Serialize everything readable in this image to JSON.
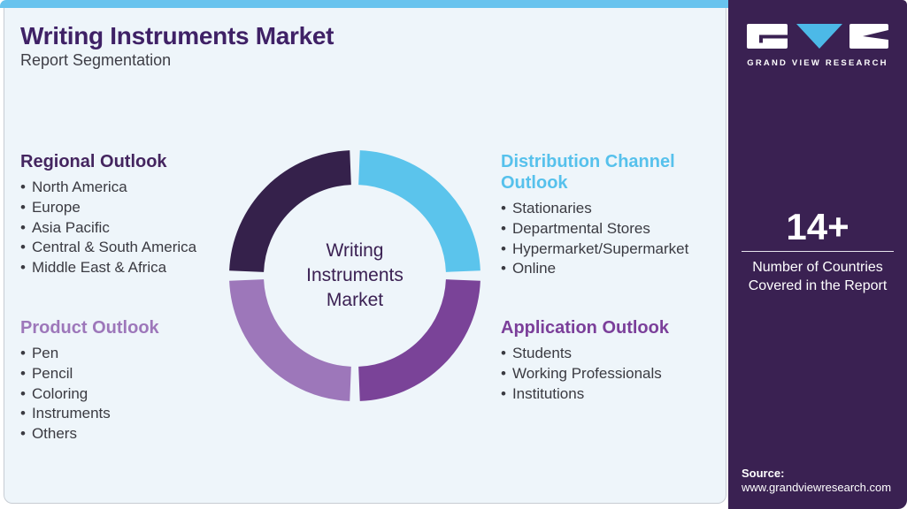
{
  "page": {
    "title": "Writing Instruments Market",
    "subtitle": "Report Segmentation"
  },
  "sections": {
    "regional": {
      "title": "Regional Outlook",
      "accent": "#44255f",
      "items": [
        "North America",
        "Europe",
        "Asia Pacific",
        "Central & South America",
        "Middle East & Africa"
      ]
    },
    "product": {
      "title": "Product Outlook",
      "accent": "#9d77ba",
      "items": [
        "Pen",
        "Pencil",
        "Coloring",
        "Instruments",
        "Others"
      ]
    },
    "distribution": {
      "title": "Distribution Channel Outlook",
      "accent": "#56c1ec",
      "items": [
        "Stationaries",
        "Departmental Stores",
        "Hypermarket/Supermarket",
        "Online"
      ]
    },
    "application": {
      "title": "Application Outlook",
      "accent": "#7b3f9a",
      "items": [
        "Students",
        "Working Professionals",
        "Institutions"
      ]
    }
  },
  "chart_data": {
    "type": "pie",
    "variant": "donut",
    "title": "Writing Instruments Market report segmentation donut",
    "center_label": "Writing Instruments Market",
    "legend_position": "none",
    "draw_order": "clockwise from 3 o'clock",
    "gap_percent": 1.3,
    "segments": [
      {
        "id": "bottom-right",
        "label": "Application Outlook",
        "value": 25,
        "color": "#7a4398"
      },
      {
        "id": "bottom-left",
        "label": "Product Outlook",
        "value": 25,
        "color": "#9d77ba"
      },
      {
        "id": "top-left",
        "label": "Regional Outlook",
        "value": 25,
        "color": "#35214b"
      },
      {
        "id": "top-right",
        "label": "Distribution Channel Outlook",
        "value": 25,
        "color": "#5bc4ec"
      }
    ]
  },
  "sidebar": {
    "brand": "GRAND VIEW RESEARCH",
    "stat_value": "14+",
    "stat_caption": "Number of Countries Covered in the Report",
    "source_label": "Source:",
    "source_url": "www.grandviewresearch.com",
    "background": "#3a2152"
  },
  "colors": {
    "topbar_accent": "#68c3ee",
    "card_background": "#eef5fa",
    "title_text": "#3f2166",
    "body_text": "#3a3a41"
  }
}
